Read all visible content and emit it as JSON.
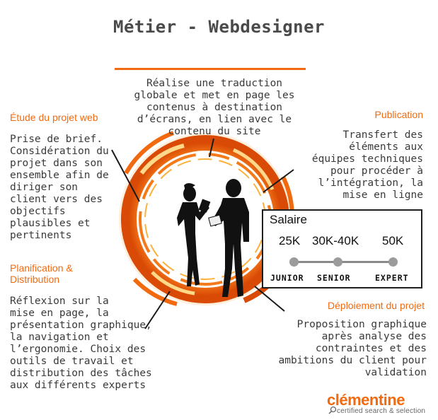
{
  "title": "Métier - Webdesigner",
  "center_text": "Réalise une traduction\nglobale et met en page les\ncontenus à destination\nd’écrans, en lien avec le\ncontenu du site",
  "sections": {
    "etude": {
      "heading": "Étude du projet web",
      "text": "Prise de brief.\nConsidération du\nprojet dans son\nensemble afin de\ndiriger son\nclient vers des\nobjectifs\nplausibles et\npertinents"
    },
    "publication": {
      "heading": "Publication",
      "text": "Transfert des\néléments aux\néquipes techniques\npour procéder à\nl’intégration, la\nmise en ligne"
    },
    "planification": {
      "heading_line1": "Planification  &",
      "heading_line2": "Distribution",
      "text": "Réflexion sur la\nmise en page, la\nprésentation graphique,\nla navigation et\nl’ergonomie. Choix des\noutils de travail et\ndistribution des tâches\naux différents experts"
    },
    "deploiement": {
      "heading": "Déploiement du projet",
      "text": "Proposition graphique\naprès analyse des\ncontraintes et des\nambitions du client pour\nvalidation"
    }
  },
  "salary": {
    "title": "Salaire",
    "values": [
      "25K",
      "30K-40K",
      "50K"
    ],
    "levels": [
      "JUNIOR",
      "SENIOR",
      "EXPERT"
    ]
  },
  "logo": {
    "name": "clémentine",
    "tagline": "certified search & selection"
  },
  "colors": {
    "accent": "#f26a10",
    "ring_light": "#fbb13c",
    "ring_dark": "#d94a06"
  }
}
